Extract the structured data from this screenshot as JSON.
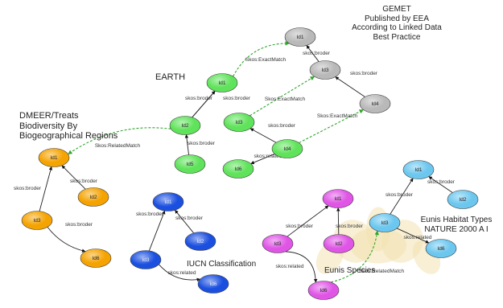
{
  "titles": {
    "gemet": "GEMET\nPublished by EEA\nAccording to Linked Data\nBest Practice",
    "earth": "EARTH",
    "dmeer": "DMEER/Treats\nBiodiversity By\nBiogeographical  Regions",
    "iucn": "IUCN Classification",
    "eunis_species": "Eunis Species",
    "eunis_habitat": "Eunis Habitat Types\nNATURE 2000 A I"
  },
  "colors": {
    "gray": "#b9b9b9",
    "green": "#5fe35a",
    "orange": "#f5a300",
    "blue": "#1a4fe0",
    "magenta": "#e055e6",
    "lightblue": "#6cc7ef",
    "watermark": "#f3e2b0"
  },
  "nodes": [
    {
      "id": "g1",
      "label": "Id1",
      "group": "gray"
    },
    {
      "id": "g3",
      "label": "Id3",
      "group": "gray"
    },
    {
      "id": "g4",
      "label": "Id4",
      "group": "gray"
    },
    {
      "id": "e1",
      "label": "Id1",
      "group": "green"
    },
    {
      "id": "e2",
      "label": "Id2",
      "group": "green"
    },
    {
      "id": "e3",
      "label": "Id3",
      "group": "green"
    },
    {
      "id": "e4",
      "label": "Id4",
      "group": "green"
    },
    {
      "id": "e5",
      "label": "Id5",
      "group": "green"
    },
    {
      "id": "e6",
      "label": "Id6",
      "group": "green"
    },
    {
      "id": "d1",
      "label": "Id1",
      "group": "orange"
    },
    {
      "id": "d2",
      "label": "Id2",
      "group": "orange"
    },
    {
      "id": "d3",
      "label": "Id3",
      "group": "orange"
    },
    {
      "id": "d6",
      "label": "Id6",
      "group": "orange"
    },
    {
      "id": "i1",
      "label": "Id1",
      "group": "blue"
    },
    {
      "id": "i2",
      "label": "Id2",
      "group": "blue"
    },
    {
      "id": "i3",
      "label": "Id3",
      "group": "blue"
    },
    {
      "id": "i6",
      "label": "Id6",
      "group": "blue"
    },
    {
      "id": "s1",
      "label": "Id1",
      "group": "magenta"
    },
    {
      "id": "s2",
      "label": "Id2",
      "group": "magenta"
    },
    {
      "id": "s3",
      "label": "Id3",
      "group": "magenta"
    },
    {
      "id": "s6",
      "label": "Id6",
      "group": "magenta"
    },
    {
      "id": "h1",
      "label": "Id1",
      "group": "lightblue"
    },
    {
      "id": "h2",
      "label": "Id2",
      "group": "lightblue"
    },
    {
      "id": "h3",
      "label": "Id3",
      "group": "lightblue"
    },
    {
      "id": "h6",
      "label": "Id6",
      "group": "lightblue"
    }
  ],
  "edges": [
    {
      "from": "g3",
      "to": "g1",
      "label": "skos:broder",
      "style": "solid"
    },
    {
      "from": "g4",
      "to": "g3",
      "label": "skos:broder",
      "style": "solid"
    },
    {
      "from": "e1",
      "to": "g1",
      "label": "Skos:ExactMatch",
      "style": "dashed"
    },
    {
      "from": "e3",
      "to": "g3",
      "label": "Skos:ExactMatch",
      "style": "dashed"
    },
    {
      "from": "e4",
      "to": "g4",
      "label": "Skos:ExactMatch",
      "style": "dashed"
    },
    {
      "from": "e2",
      "to": "e1",
      "label": "skos:broder",
      "style": "solid"
    },
    {
      "from": "e2",
      "to": "e1",
      "label": "skos:broder",
      "style": "solid"
    },
    {
      "from": "e5",
      "to": "e2",
      "label": "skos:broder",
      "style": "solid"
    },
    {
      "from": "e4",
      "to": "e3",
      "label": "skos:broder",
      "style": "solid"
    },
    {
      "from": "e4",
      "to": "e6",
      "label": "skos:related",
      "style": "solid"
    },
    {
      "from": "e2",
      "to": "d1",
      "label": "Skos:RelatedMatch",
      "style": "dashed"
    },
    {
      "from": "d3",
      "to": "d1",
      "label": "skos:broder",
      "style": "solid"
    },
    {
      "from": "d2",
      "to": "d1",
      "label": "skos:broder",
      "style": "solid"
    },
    {
      "from": "d3",
      "to": "d6",
      "label": "skos:broder",
      "style": "solid"
    },
    {
      "from": "i3",
      "to": "i1",
      "label": "skos:broder",
      "style": "solid"
    },
    {
      "from": "i2",
      "to": "i1",
      "label": "skos:broder",
      "style": "solid"
    },
    {
      "from": "i3",
      "to": "i6",
      "label": "skos:related",
      "style": "solid"
    },
    {
      "from": "s3",
      "to": "s1",
      "label": "skos:broder",
      "style": "solid"
    },
    {
      "from": "s2",
      "to": "s1",
      "label": "skos:broder",
      "style": "solid"
    },
    {
      "from": "s3",
      "to": "s6",
      "label": "skos:related",
      "style": "solid"
    },
    {
      "from": "s6",
      "to": "h3",
      "label": "Skos:RelatedMatch",
      "style": "dashed"
    },
    {
      "from": "h3",
      "to": "h1",
      "label": "skos:broder",
      "style": "solid"
    },
    {
      "from": "h2",
      "to": "h1",
      "label": "skos:broder",
      "style": "solid"
    },
    {
      "from": "h3",
      "to": "h6",
      "label": "skos:related",
      "style": "solid"
    }
  ]
}
